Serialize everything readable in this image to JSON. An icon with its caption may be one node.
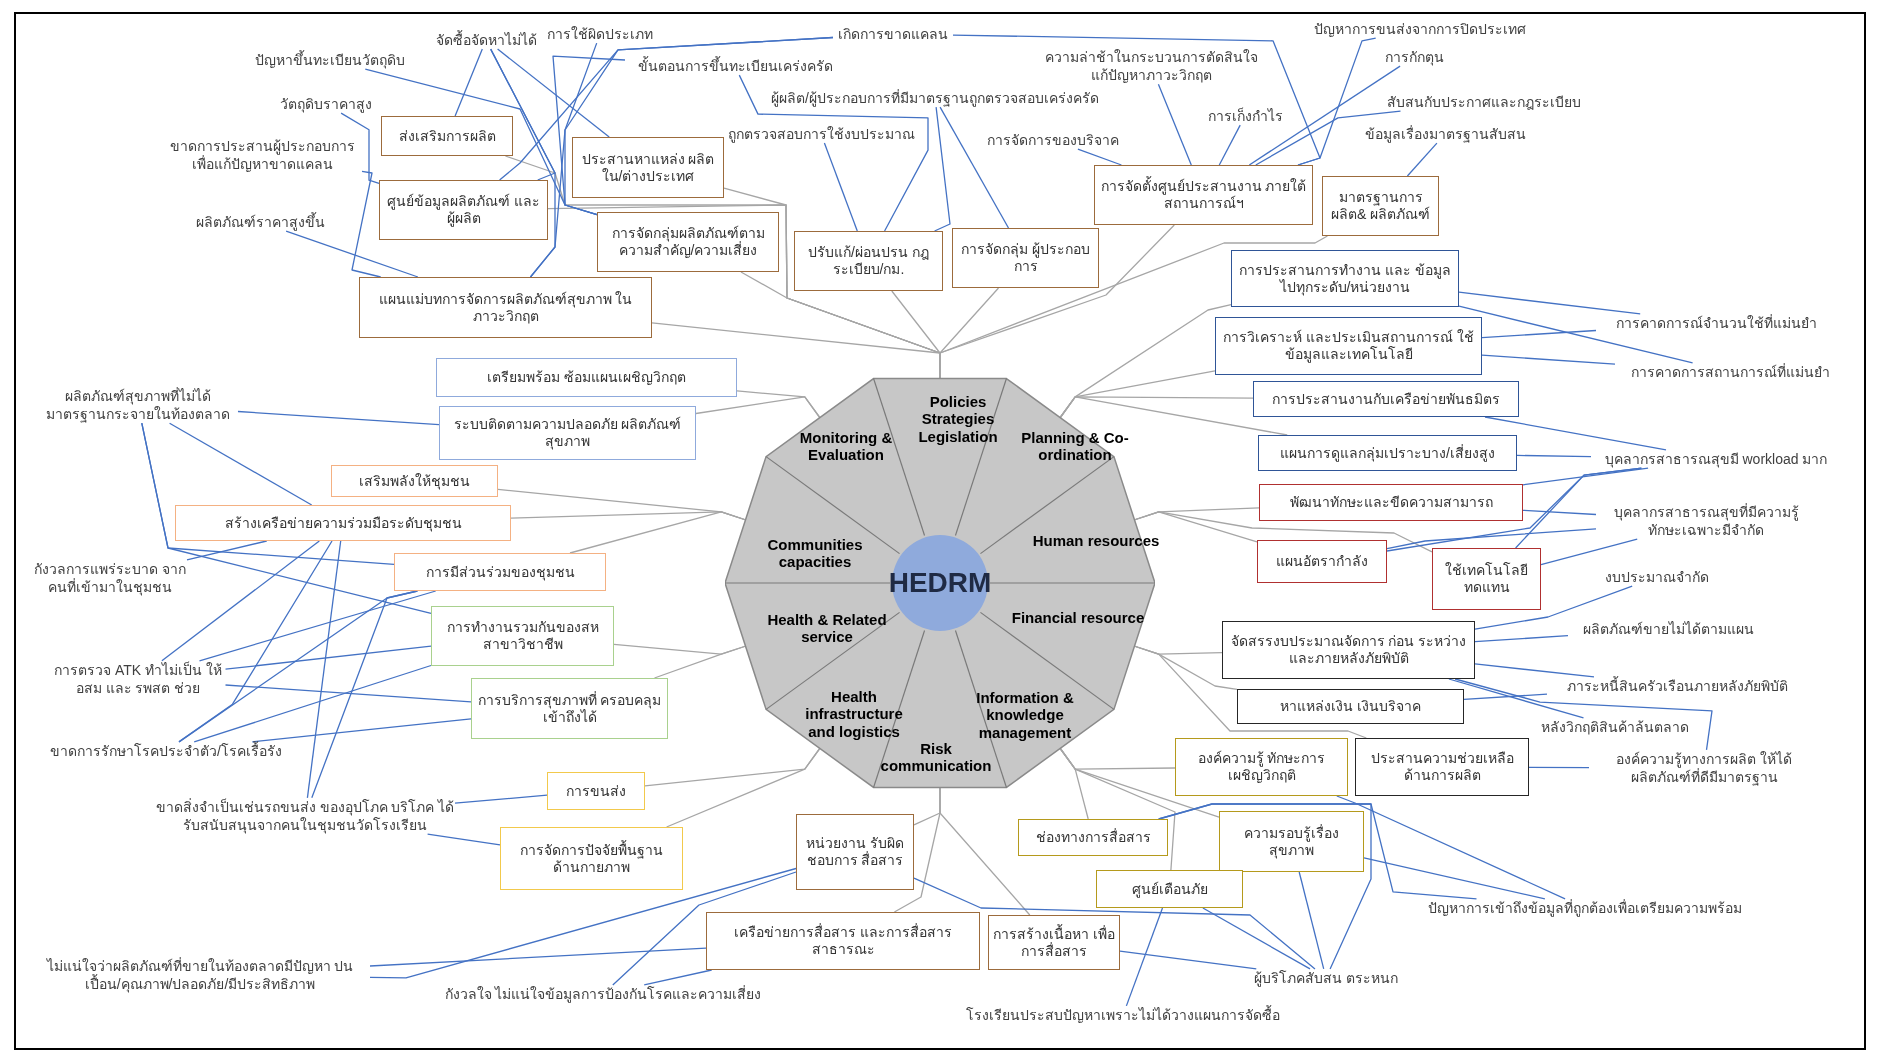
{
  "diagram": {
    "nodes": [
      {
        "text": [],
        "shape": "decagon"
      },
      {
        "text": [
          "HEDRM"
        ],
        "in": 0
      },
      {
        "text": [
          "Policies Strategies Legislation"
        ],
        "in": 0
      },
      {
        "text": [
          "Planning & Co-ordination"
        ],
        "in": 0
      },
      {
        "text": [
          "Human resources"
        ],
        "in": 0
      },
      {
        "text": [
          "Financial resource"
        ],
        "in": 0
      },
      {
        "text": [
          "Information & knowledge management"
        ],
        "in": 0
      },
      {
        "text": [
          "Risk communication"
        ],
        "in": 0
      },
      {
        "text": [
          "Health infrastructure and logistics"
        ],
        "in": 0
      },
      {
        "text": [
          "Health & Related service"
        ],
        "in": 0
      },
      {
        "text": [
          "Communities capacities"
        ],
        "in": 0
      },
      {
        "text": [
          "Monitoring & Evaluation"
        ],
        "in": 0
      },
      {
        "text": [
          "ส่งเสริมการผลิต"
        ]
      },
      {
        "text": [
          "ประสานหาแหล่ง ผลิตใน/ต่างประเทศ"
        ]
      },
      {
        "text": [
          "ศูนย์ข้อมูลผลิตภัณฑ์ และผู้ผลิต"
        ]
      },
      {
        "text": [
          "การจัดกลุ่มผลิตภัณฑ์ตาม ความสำคัญ/ความเสี่ยง"
        ]
      },
      {
        "text": [
          "ปรับแก้/ผ่อนปรน กฎระเบียบ/กม."
        ]
      },
      {
        "text": [
          "การจัดกลุ่ม ผู้ประกอบการ"
        ]
      },
      {
        "text": [
          "แผนแม่บทการจัดการผลิตภัณฑ์สุขภาพ ในภาวะวิกฤต"
        ]
      },
      {
        "text": [
          "การจัดตั้งศูนย์ประสานงาน ภายใต้สถานการณ์ฯ"
        ]
      },
      {
        "text": [
          "มาตรฐานการผลิต& ผลิตภัณฑ์"
        ]
      },
      {
        "text": [
          "การประสานการทำงาน และ ข้อมูลไปทุกระดับ/หน่วยงาน"
        ]
      },
      {
        "text": [
          "การวิเคราะห์ และประเมินสถานการณ์ ใช้ข้อมูลและเทคโนโลยี"
        ]
      },
      {
        "text": [
          "การประสานงานกับเครือข่ายพันธมิตร"
        ]
      },
      {
        "text": [
          "แผนการดูแลกลุ่มเปราะบาง/เสี่ยงสูง"
        ]
      },
      {
        "text": [
          "พัฒนาทักษะและขีดความสามารถ"
        ]
      },
      {
        "text": [
          "แผนอัตรากำลัง"
        ]
      },
      {
        "text": [
          "ใช้เทคโนโลยี ทดแทน"
        ]
      },
      {
        "text": [
          "จัดสรรงบประมาณจัดการ ก่อน ระหว่าง และภายหลังภัยพิบัติ"
        ]
      },
      {
        "text": [
          "หาแหล่งเงิน เงินบริจาค"
        ]
      },
      {
        "text": [
          "ประสานความช่วยเหลือ ด้านการผลิต"
        ]
      },
      {
        "text": [
          "องค์ความรู้ ทักษะการ เผชิญวิกฤติ"
        ]
      },
      {
        "text": [
          "ความรอบรู้เรื่อง สุขภาพ"
        ]
      },
      {
        "text": [
          "ช่องทางการสื่อสาร"
        ]
      },
      {
        "text": [
          "ศูนย์เตือนภัย"
        ]
      },
      {
        "text": [
          "หน่วยงาน รับผิดชอบการ สื่อสาร"
        ]
      },
      {
        "text": [
          "เครือข่ายการสื่อสาร และการสื่อสารสาธารณะ"
        ]
      },
      {
        "text": [
          "การสร้างเนื้อหา เพื่อการสื่อสาร"
        ]
      },
      {
        "text": [
          "การขนส่ง"
        ]
      },
      {
        "text": [
          "การจัดการปัจจัยพื้นฐาน ด้านกายภาพ"
        ]
      },
      {
        "text": [
          "การทำงานรวมกันของสห สาขาวิชาชีพ"
        ]
      },
      {
        "text": [
          "การบริการสุขภาพที่ ครอบคลุม เข้าถึงได้"
        ]
      },
      {
        "text": [
          "เสริมพลังให้ชุมชน"
        ]
      },
      {
        "text": [
          "สร้างเครือข่ายความร่วมมือระดับชุมชน"
        ]
      },
      {
        "text": [
          "การมีส่วนร่วมของชุมชน"
        ]
      },
      {
        "text": [
          "เตรียมพร้อม ซ้อมแผนเผชิญวิกฤต"
        ]
      },
      {
        "text": [
          "ระบบติดตามความปลอดภัย ผลิตภัณฑ์สุขภาพ"
        ]
      },
      {
        "text": [
          "ปัญหาขึ้นทะเบียนวัตถุดิบ"
        ]
      },
      {
        "text": [
          "จัดซื้อจัดหาไม่ได้"
        ]
      },
      {
        "text": [
          "การใช้ผิดประเภท"
        ]
      },
      {
        "text": [
          "ขั้นตอนการขึ้นทะเบียนเคร่งครัด"
        ]
      },
      {
        "text": [
          "เกิดการขาดแคลน"
        ]
      },
      {
        "text": [
          "วัตถุดิบราคาสูง"
        ]
      },
      {
        "text": [
          "ขาดการประสานผู้ประกอบการ เพื่อแก้ปัญหาขาดแคลน"
        ]
      },
      {
        "text": [
          "ผลิตภัณฑ์ราคาสูงขึ้น"
        ]
      },
      {
        "text": [
          "ผู้ผลิต/ผู้ประกอบการที่มีมาตรฐานถูกตรวจสอบเคร่งครัด"
        ]
      },
      {
        "text": [
          "ถูกตรวจสอบการใช้งบประมาณ"
        ]
      },
      {
        "text": [
          "การจัดการของบริจาค"
        ]
      },
      {
        "text": [
          "ความล่าช้าในกระบวนการตัดสินใจ แก้ปัญหาภาวะวิกฤต"
        ]
      },
      {
        "text": [
          "การเก็งกำไร"
        ]
      },
      {
        "text": [
          "ปัญหาการขนส่งจากการปิดประเทศ"
        ]
      },
      {
        "text": [
          "การกักตุน"
        ]
      },
      {
        "text": [
          "สับสนกับประกาศและกฎระเบียบ"
        ]
      },
      {
        "text": [
          "ข้อมูลเรื่องมาตรฐานสับสน"
        ]
      },
      {
        "text": [
          "การคาดการณ์จำนวนใช้ที่แม่นยำ"
        ]
      },
      {
        "text": [
          "การคาดการสถานการณ์ที่แม่นยำ"
        ]
      },
      {
        "text": [
          "บุคลากรสาธารณสุขมี workload มาก"
        ]
      },
      {
        "text": [
          "บุคลากรสาธารณสุขที่มีความรู้ ทักษะเฉพาะมีจำกัด"
        ]
      },
      {
        "text": [
          "งบประมาณจำกัด"
        ]
      },
      {
        "text": [
          "ผลิตภัณฑ์ขายไม่ได้ตามแผน"
        ]
      },
      {
        "text": [
          "ภาระหนี้สินครัวเรือนภายหลังภัยพิบัติ"
        ]
      },
      {
        "text": [
          "หลังวิกฤติสินค้าล้นตลาด"
        ]
      },
      {
        "text": [
          "องค์ความรู้ทางการผลิต ให้ได้ผลิตภัณฑ์ที่ดีมีมาตรฐาน"
        ]
      },
      {
        "text": [
          "ปัญหาการเข้าถึงข้อมูลที่ถูกต้องเพื่อเตรียมความพร้อม"
        ]
      },
      {
        "text": [
          "ผู้บริโภคสับสน ตระหนก"
        ]
      },
      {
        "text": [
          "โรงเรียนประสบปัญหาเพราะไม่ได้วางแผนการจัดซื้อ"
        ]
      },
      {
        "text": [
          "กังวลใจ ไม่แน่ใจข้อมูลการป้องกันโรคและความเสี่ยง"
        ]
      },
      {
        "text": [
          "ไม่แน่ใจว่าผลิตภัณฑ์ที่ขายในท้องตลาดมีปัญหา ปนเปื้อน/คุณภาพ/ปลอดภัย/มีประสิทธิภาพ"
        ]
      },
      {
        "text": [
          "ผลิตภัณฑ์สุขภาพที่ไม่ได้ มาตรฐานกระจายในท้องตลาด"
        ]
      },
      {
        "text": [
          "กังวลการแพร่ระบาด จากคนที่เข้ามาในชุมชน"
        ]
      },
      {
        "text": [
          "การตรวจ ATK ทำไม่เป็น ให้ อสม และ รพสต ช่วย"
        ]
      },
      {
        "text": [
          "ขาดการรักษาโรคประจำตัว/โรคเรื้อรัง"
        ]
      },
      {
        "text": [
          "ขาดสิ่งจำเป็นเช่นรถขนส่ง ของอุปโภค บริโภค ได้รับสนับสนุนจากคนในชุมชนวัดโรงเรียน"
        ]
      }
    ],
    "edges": [
      {
        "from": 12,
        "to": 2,
        "arrow": "none",
        "color": "#a6a6a6"
      },
      {
        "from": 13,
        "to": 2,
        "arrow": "none",
        "color": "#a6a6a6"
      },
      {
        "from": 14,
        "to": 2,
        "arrow": "none",
        "color": "#a6a6a6"
      },
      {
        "from": 15,
        "to": 2,
        "arrow": "none",
        "color": "#a6a6a6"
      },
      {
        "from": 16,
        "to": 2,
        "arrow": "none",
        "color": "#a6a6a6"
      },
      {
        "from": 17,
        "to": 2,
        "arrow": "none",
        "color": "#a6a6a6"
      },
      {
        "from": 18,
        "to": 2,
        "arrow": "none",
        "color": "#a6a6a6"
      },
      {
        "from": 19,
        "to": 2,
        "arrow": "none",
        "color": "#a6a6a6"
      },
      {
        "from": 20,
        "to": 2,
        "arrow": "none",
        "color": "#a6a6a6"
      },
      {
        "from": 21,
        "to": 3,
        "arrow": "none",
        "color": "#a6a6a6"
      },
      {
        "from": 22,
        "to": 3,
        "arrow": "none",
        "color": "#a6a6a6"
      },
      {
        "from": 23,
        "to": 3,
        "arrow": "none",
        "color": "#a6a6a6"
      },
      {
        "from": 24,
        "to": 3,
        "arrow": "none",
        "color": "#a6a6a6"
      },
      {
        "from": 25,
        "to": 4,
        "arrow": "none",
        "color": "#a6a6a6"
      },
      {
        "from": 26,
        "to": 4,
        "arrow": "none",
        "color": "#a6a6a6"
      },
      {
        "from": 27,
        "to": 4,
        "arrow": "none",
        "color": "#a6a6a6"
      },
      {
        "from": 28,
        "to": 5,
        "arrow": "none",
        "color": "#a6a6a6"
      },
      {
        "from": 29,
        "to": 5,
        "arrow": "none",
        "color": "#a6a6a6"
      },
      {
        "from": 30,
        "to": 5,
        "arrow": "none",
        "color": "#a6a6a6"
      },
      {
        "from": 31,
        "to": 6,
        "arrow": "none",
        "color": "#a6a6a6"
      },
      {
        "from": 32,
        "to": 6,
        "arrow": "none",
        "color": "#a6a6a6"
      },
      {
        "from": 33,
        "to": 6,
        "arrow": "none",
        "color": "#a6a6a6"
      },
      {
        "from": 34,
        "to": 6,
        "arrow": "none",
        "color": "#a6a6a6"
      },
      {
        "from": 35,
        "to": 7,
        "arrow": "none",
        "color": "#a6a6a6"
      },
      {
        "from": 36,
        "to": 7,
        "arrow": "none",
        "color": "#a6a6a6"
      },
      {
        "from": 37,
        "to": 7,
        "arrow": "none",
        "color": "#a6a6a6"
      },
      {
        "from": 38,
        "to": 8,
        "arrow": "none",
        "color": "#a6a6a6"
      },
      {
        "from": 39,
        "to": 8,
        "arrow": "none",
        "color": "#a6a6a6"
      },
      {
        "from": 40,
        "to": 9,
        "arrow": "none",
        "color": "#a6a6a6"
      },
      {
        "from": 41,
        "to": 9,
        "arrow": "none",
        "color": "#a6a6a6"
      },
      {
        "from": 42,
        "to": 10,
        "arrow": "none",
        "color": "#a6a6a6"
      },
      {
        "from": 43,
        "to": 10,
        "arrow": "none",
        "color": "#a6a6a6"
      },
      {
        "from": 44,
        "to": 10,
        "arrow": "none",
        "color": "#a6a6a6"
      },
      {
        "from": 45,
        "to": 11,
        "arrow": "none",
        "color": "#a6a6a6"
      },
      {
        "from": 46,
        "to": 11,
        "arrow": "none",
        "color": "#a6a6a6"
      },
      {
        "from": 47,
        "to": 15,
        "arrow": "none"
      },
      {
        "from": 48,
        "to": 12,
        "arrow": "none"
      },
      {
        "from": 48,
        "to": 14,
        "arrow": "none"
      },
      {
        "from": 48,
        "to": 18,
        "arrow": "none"
      },
      {
        "from": 48,
        "to": 13,
        "arrow": "none"
      },
      {
        "from": 49,
        "to": 15,
        "arrow": "none"
      },
      {
        "from": 50,
        "to": 16,
        "arrow": "none"
      },
      {
        "from": 50,
        "to": 15,
        "arrow": "none"
      },
      {
        "from": 51,
        "to": 14,
        "arrow": "none"
      },
      {
        "from": 51,
        "to": 18,
        "arrow": "none"
      },
      {
        "from": 51,
        "to": 19,
        "arrow": "none"
      },
      {
        "from": 52,
        "to": 14,
        "arrow": "none"
      },
      {
        "from": 53,
        "to": 18,
        "arrow": "none"
      },
      {
        "from": 54,
        "to": 18,
        "arrow": "none"
      },
      {
        "from": 55,
        "to": 16,
        "arrow": "none"
      },
      {
        "from": 55,
        "to": 17,
        "arrow": "none"
      },
      {
        "from": 56,
        "to": 16,
        "arrow": "none"
      },
      {
        "from": 57,
        "to": 19,
        "arrow": "none"
      },
      {
        "from": 58,
        "to": 19,
        "arrow": "none"
      },
      {
        "from": 59,
        "to": 19,
        "arrow": "none"
      },
      {
        "from": 60,
        "to": 19,
        "arrow": "none"
      },
      {
        "from": 61,
        "to": 19,
        "arrow": "none"
      },
      {
        "from": 62,
        "to": 19,
        "arrow": "none"
      },
      {
        "from": 63,
        "to": 20,
        "arrow": "none"
      },
      {
        "from": 64,
        "to": 21,
        "arrow": "none"
      },
      {
        "from": 64,
        "to": 22,
        "arrow": "none"
      },
      {
        "from": 65,
        "to": 21,
        "arrow": "none"
      },
      {
        "from": 65,
        "to": 22,
        "arrow": "none"
      },
      {
        "from": 66,
        "to": 23,
        "arrow": "none"
      },
      {
        "from": 66,
        "to": 24,
        "arrow": "none"
      },
      {
        "from": 66,
        "to": 25,
        "arrow": "none"
      },
      {
        "from": 66,
        "to": 26,
        "arrow": "none"
      },
      {
        "from": 66,
        "to": 27,
        "arrow": "none"
      },
      {
        "from": 67,
        "to": 25,
        "arrow": "none"
      },
      {
        "from": 67,
        "to": 26,
        "arrow": "none"
      },
      {
        "from": 67,
        "to": 27,
        "arrow": "none"
      },
      {
        "from": 68,
        "to": 28,
        "arrow": "none"
      },
      {
        "from": 69,
        "to": 28,
        "arrow": "none"
      },
      {
        "from": 70,
        "to": 28,
        "arrow": "none"
      },
      {
        "from": 70,
        "to": 29,
        "arrow": "none"
      },
      {
        "from": 71,
        "to": 28,
        "arrow": "none"
      },
      {
        "from": 72,
        "to": 28,
        "arrow": "none"
      },
      {
        "from": 72,
        "to": 30,
        "arrow": "none"
      },
      {
        "from": 73,
        "to": 31,
        "arrow": "none"
      },
      {
        "from": 73,
        "to": 32,
        "arrow": "none"
      },
      {
        "from": 73,
        "to": 33,
        "arrow": "none"
      },
      {
        "from": 74,
        "to": 35,
        "arrow": "none"
      },
      {
        "from": 74,
        "to": 33,
        "arrow": "none"
      },
      {
        "from": 74,
        "to": 34,
        "arrow": "none"
      },
      {
        "from": 74,
        "to": 37,
        "arrow": "none"
      },
      {
        "from": 74,
        "to": 32,
        "arrow": "none"
      },
      {
        "from": 75,
        "to": 34,
        "arrow": "none"
      },
      {
        "from": 76,
        "to": 35,
        "arrow": "none"
      },
      {
        "from": 76,
        "to": 36,
        "arrow": "none"
      },
      {
        "from": 77,
        "to": 35,
        "arrow": "none"
      },
      {
        "from": 77,
        "to": 36,
        "arrow": "none"
      },
      {
        "from": 78,
        "to": 46,
        "arrow": "none"
      },
      {
        "from": 78,
        "to": 43,
        "arrow": "none"
      },
      {
        "from": 78,
        "to": 44,
        "arrow": "none"
      },
      {
        "from": 78,
        "to": 40,
        "arrow": "none"
      },
      {
        "from": 79,
        "to": 43,
        "arrow": "none"
      },
      {
        "from": 80,
        "to": 43,
        "arrow": "none"
      },
      {
        "from": 80,
        "to": 44,
        "arrow": "none"
      },
      {
        "from": 80,
        "to": 40,
        "arrow": "none"
      },
      {
        "from": 80,
        "to": 41,
        "arrow": "none"
      },
      {
        "from": 81,
        "to": 43,
        "arrow": "none"
      },
      {
        "from": 81,
        "to": 44,
        "arrow": "none"
      },
      {
        "from": 81,
        "to": 40,
        "arrow": "none"
      },
      {
        "from": 81,
        "to": 41,
        "arrow": "none"
      },
      {
        "from": 82,
        "to": 43,
        "arrow": "none"
      },
      {
        "from": 82,
        "to": 44,
        "arrow": "none"
      },
      {
        "from": 82,
        "to": 38,
        "arrow": "none"
      },
      {
        "from": 82,
        "to": 39,
        "arrow": "none"
      }
    ]
  }
}
